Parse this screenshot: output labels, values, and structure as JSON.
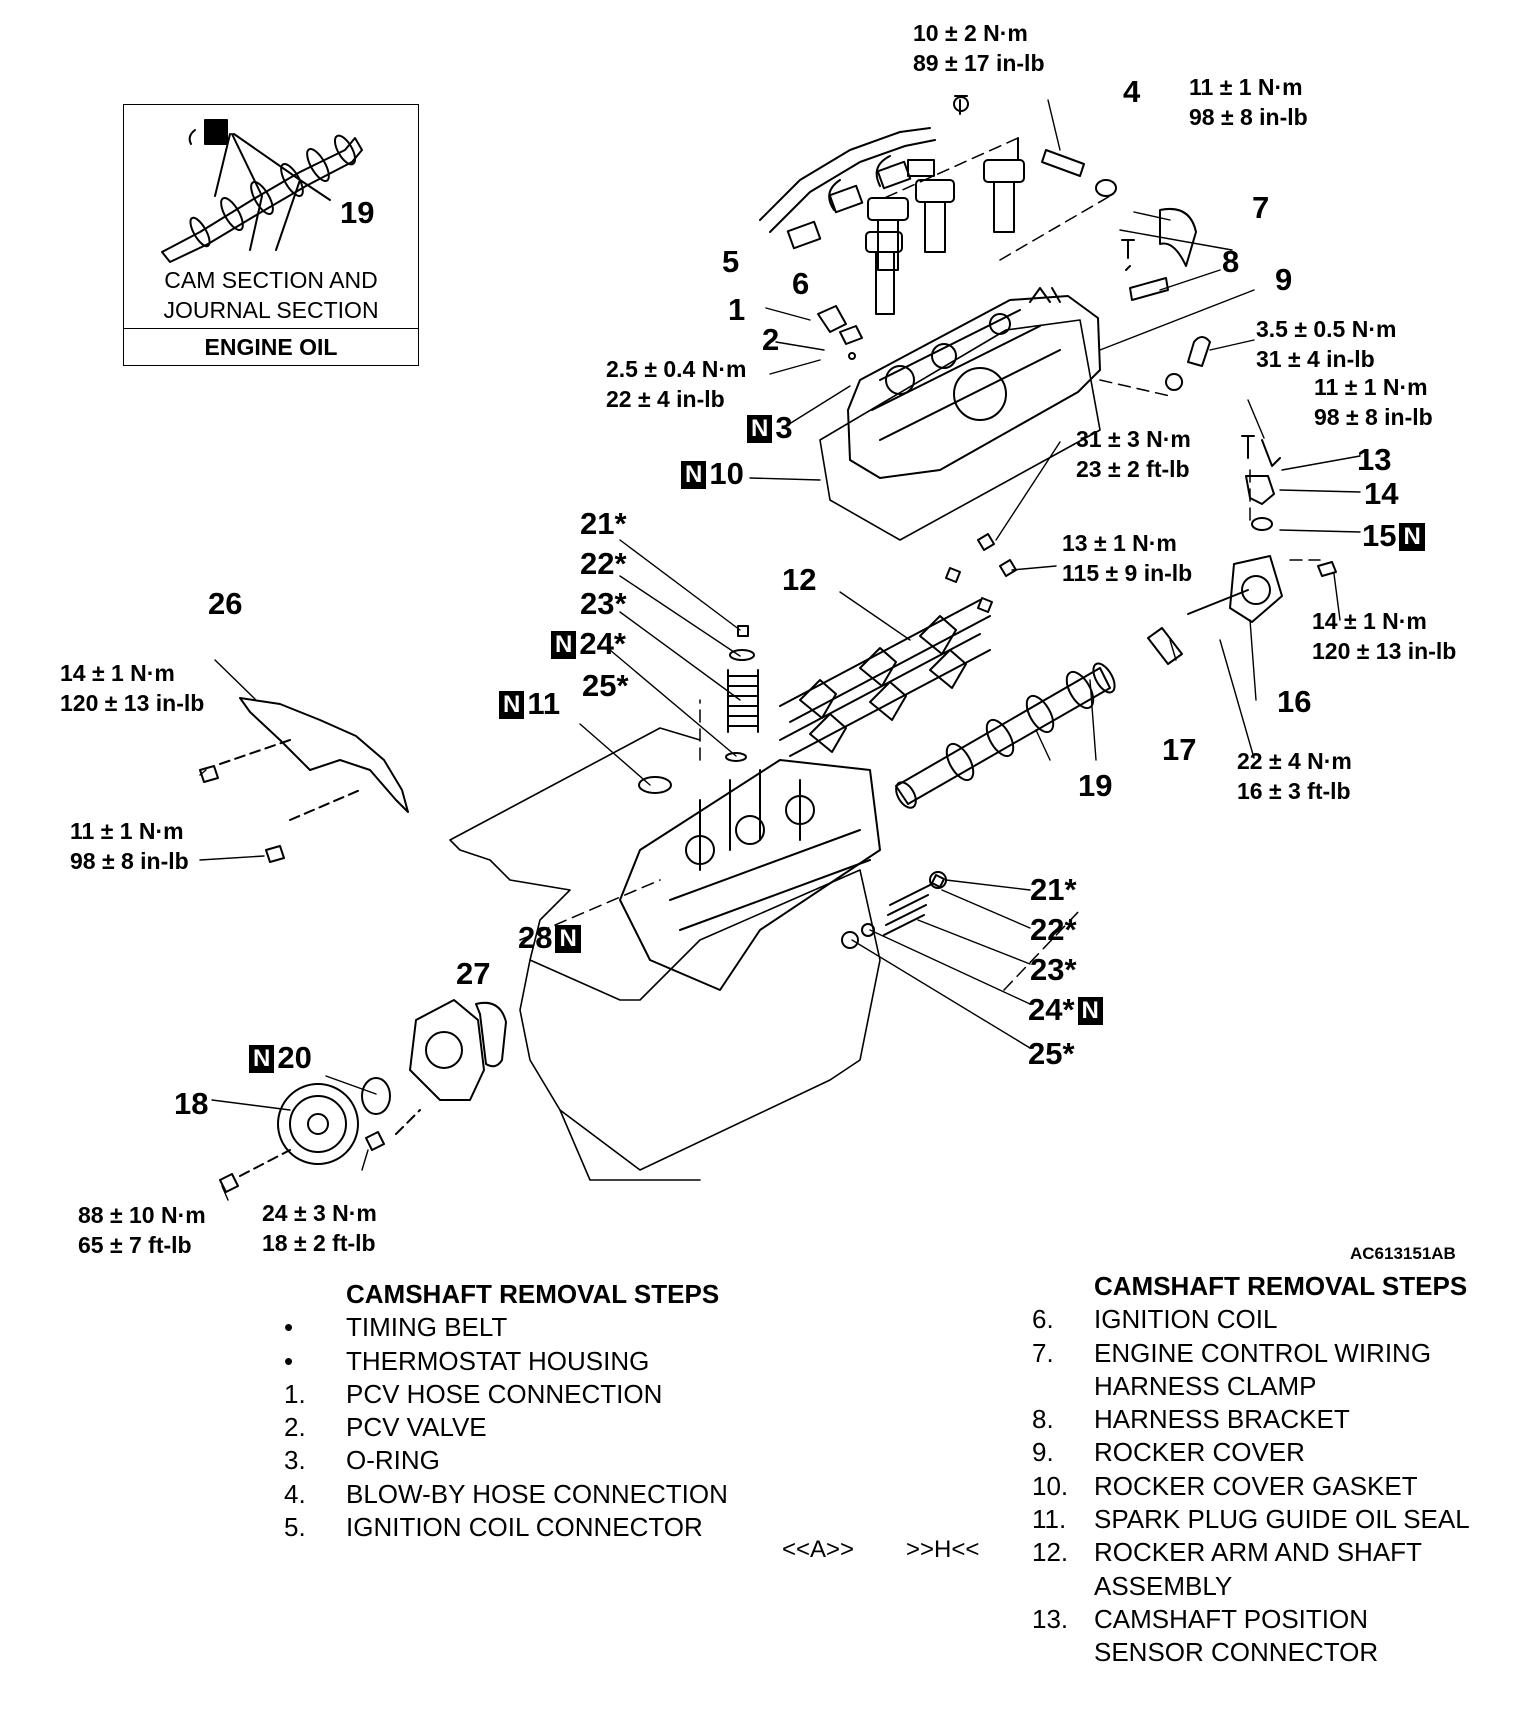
{
  "inset": {
    "callout": "19",
    "caption_line1": "CAM SECTION AND",
    "caption_line2": "JOURNAL SECTION",
    "footer": "ENGINE OIL"
  },
  "callouts": {
    "c1": "1",
    "c2": "2",
    "c3": "3",
    "c4": "4",
    "c5": "5",
    "c6": "6",
    "c7": "7",
    "c8": "8",
    "c9": "9",
    "c10": "10",
    "c11": "11",
    "c12": "12",
    "c13": "13",
    "c14": "14",
    "c15": "15",
    "c16": "16",
    "c17": "17",
    "c18": "18",
    "c19": "19",
    "c20": "20",
    "c26": "26",
    "c27": "27",
    "c28": "28",
    "c21a": "21*",
    "c22a": "22*",
    "c23a": "23*",
    "c24a": "24*",
    "c25a": "25*",
    "c21b": "21*",
    "c22b": "22*",
    "c23b": "23*",
    "c24b": "24*",
    "c25b": "25*",
    "n": "N"
  },
  "torques": {
    "t_coil_nm": "10 ± 2 N·m",
    "t_coil_inlb": "89 ± 17 in-lb",
    "t_clamp_nm": "11 ± 1 N·m",
    "t_clamp_inlb": "98 ± 8 in-lb",
    "t_pcv_nm": "2.5 ± 0.4 N·m",
    "t_pcv_inlb": "22 ± 4 in-lb",
    "t_cover_nm": "3.5 ± 0.5 N·m",
    "t_cover_inlb": "31 ± 4 in-lb",
    "t_sensor_nm": "11 ± 1 N·m",
    "t_sensor_inlb": "98 ± 8 in-lb",
    "t_rocker1_nm": "31 ± 3 N·m",
    "t_rocker1_ftlb": "23 ± 2 ft-lb",
    "t_rocker2_nm": "13 ± 1 N·m",
    "t_rocker2_inlb": "115 ± 9 in-lb",
    "t_housing_nm": "14 ± 1 N·m",
    "t_housing_inlb": "120 ± 13 in-lb",
    "t_thrust_nm": "22 ± 4 N·m",
    "t_thrust_ftlb": "16 ± 3 ft-lb",
    "t_belt1_nm": "14 ± 1 N·m",
    "t_belt1_inlb": "120 ± 13 in-lb",
    "t_belt2_nm": "11 ± 1 N·m",
    "t_belt2_inlb": "98 ± 8 in-lb",
    "t_sprocket_nm": "88 ± 10 N·m",
    "t_sprocket_ftlb": "65 ± 7 ft-lb",
    "t_back_nm": "24 ± 3 N·m",
    "t_back_ftlb": "18 ± 2 ft-lb"
  },
  "figure_id": "AC613151AB",
  "steps_left": {
    "title": "CAMSHAFT REMOVAL STEPS",
    "items": [
      {
        "mark": "•",
        "text": "TIMING BELT"
      },
      {
        "mark": "•",
        "text": "THERMOSTAT HOUSING"
      },
      {
        "mark": "1.",
        "text": "PCV HOSE CONNECTION"
      },
      {
        "mark": "2.",
        "text": "PCV VALVE"
      },
      {
        "mark": "3.",
        "text": "O-RING"
      },
      {
        "mark": "4.",
        "text": "BLOW-BY HOSE CONNECTION"
      },
      {
        "mark": "5.",
        "text": "IGNITION COIL CONNECTOR"
      }
    ]
  },
  "refs": {
    "a": "<<A>>",
    "h": ">>H<<"
  },
  "steps_right": {
    "title": "CAMSHAFT REMOVAL STEPS",
    "items": [
      {
        "mark": "6.",
        "text": "IGNITION COIL"
      },
      {
        "mark": "7.",
        "text": "ENGINE CONTROL WIRING"
      },
      {
        "mark": "",
        "text": "HARNESS CLAMP"
      },
      {
        "mark": "8.",
        "text": "HARNESS BRACKET"
      },
      {
        "mark": "9.",
        "text": "ROCKER COVER"
      },
      {
        "mark": "10.",
        "text": "ROCKER COVER GASKET"
      },
      {
        "mark": "11.",
        "text": "SPARK PLUG GUIDE OIL SEAL"
      },
      {
        "mark": "12.",
        "text": "ROCKER ARM AND SHAFT"
      },
      {
        "mark": "",
        "text": "ASSEMBLY"
      },
      {
        "mark": "13.",
        "text": "CAMSHAFT POSITION"
      },
      {
        "mark": "",
        "text": "SENSOR CONNECTOR"
      }
    ]
  }
}
